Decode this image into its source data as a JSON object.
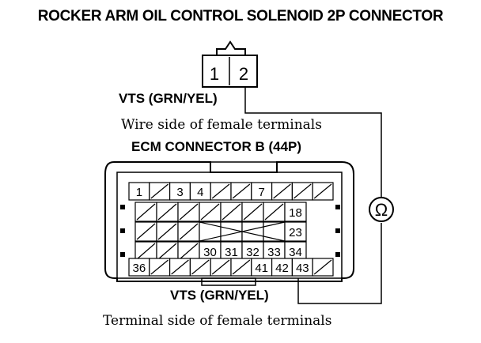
{
  "title": "ROCKER ARM OIL CONTROL SOLENOID 2P CONNECTOR",
  "solenoid_connector": {
    "pins": [
      "1",
      "2"
    ],
    "wire_label": "VTS (GRN/YEL)",
    "view_label": "Wire side of female terminals"
  },
  "ecm_connector": {
    "title": "ECM CONNECTOR B (44P)",
    "row1": [
      "1",
      "",
      "3",
      "4",
      "",
      "",
      "7",
      "",
      "",
      ""
    ],
    "row2_label": "18",
    "row3_label": "23",
    "row4": [
      "30",
      "31",
      "32",
      "33",
      "34"
    ],
    "row5": [
      "36",
      "",
      "",
      "",
      "",
      "",
      "41",
      "42",
      "43",
      ""
    ],
    "wire_label": "VTS (GRN/YEL)",
    "view_label": "Terminal side of female terminals"
  },
  "meter": {
    "symbol": "Ω",
    "icon": "ohmmeter-icon"
  }
}
